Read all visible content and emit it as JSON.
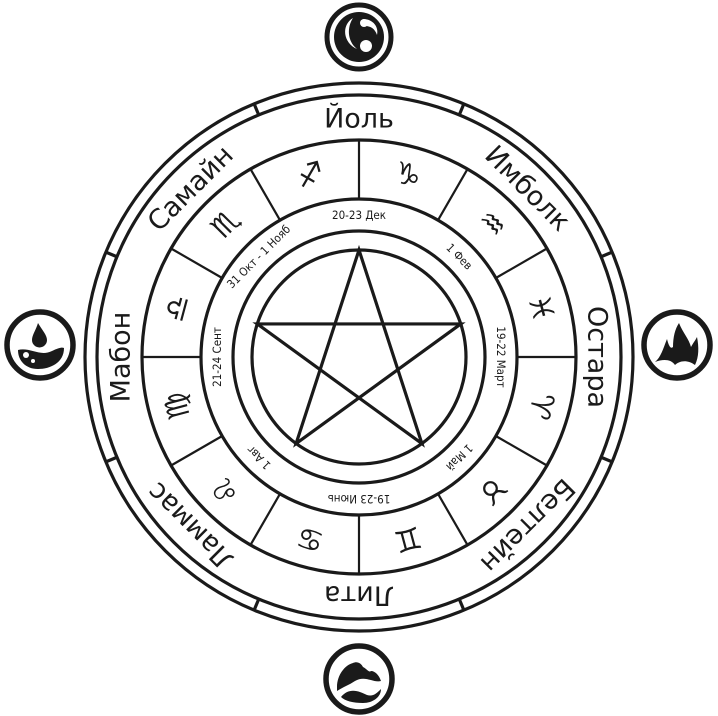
{
  "title": "Колесо года",
  "colors": {
    "ink": "#1a1a1a",
    "background": "#ffffff"
  },
  "sabbats": [
    {
      "name": "Йоль",
      "date": "20-23 Дек"
    },
    {
      "name": "Имболк",
      "date": "1 Фев"
    },
    {
      "name": "Остара",
      "date": "19-22 Март"
    },
    {
      "name": "Белтейн",
      "date": "1 Май"
    },
    {
      "name": "Лита",
      "date": "19-23 Июнь"
    },
    {
      "name": "Ламмас",
      "date": "1 Авг"
    },
    {
      "name": "Мабон",
      "date": "21-24 Сент"
    },
    {
      "name": "Самайн",
      "date": "31 Окт - 1 Нояб"
    }
  ],
  "zodiac": [
    {
      "name": "capricorn",
      "glyph": "♑︎"
    },
    {
      "name": "aquarius",
      "glyph": "♒︎"
    },
    {
      "name": "pisces",
      "glyph": "♓︎"
    },
    {
      "name": "aries",
      "glyph": "♈︎"
    },
    {
      "name": "taurus",
      "glyph": "♉︎"
    },
    {
      "name": "gemini",
      "glyph": "♊︎"
    },
    {
      "name": "cancer",
      "glyph": "♋︎"
    },
    {
      "name": "leo",
      "glyph": "♌︎"
    },
    {
      "name": "virgo",
      "glyph": "♍︎"
    },
    {
      "name": "libra",
      "glyph": "♎︎"
    },
    {
      "name": "scorpio",
      "glyph": "♏︎"
    },
    {
      "name": "sagittarius",
      "glyph": "♐︎"
    }
  ],
  "elements": {
    "top": "air-icon",
    "right": "fire-icon",
    "bottom": "earth-icon",
    "left": "water-icon"
  }
}
